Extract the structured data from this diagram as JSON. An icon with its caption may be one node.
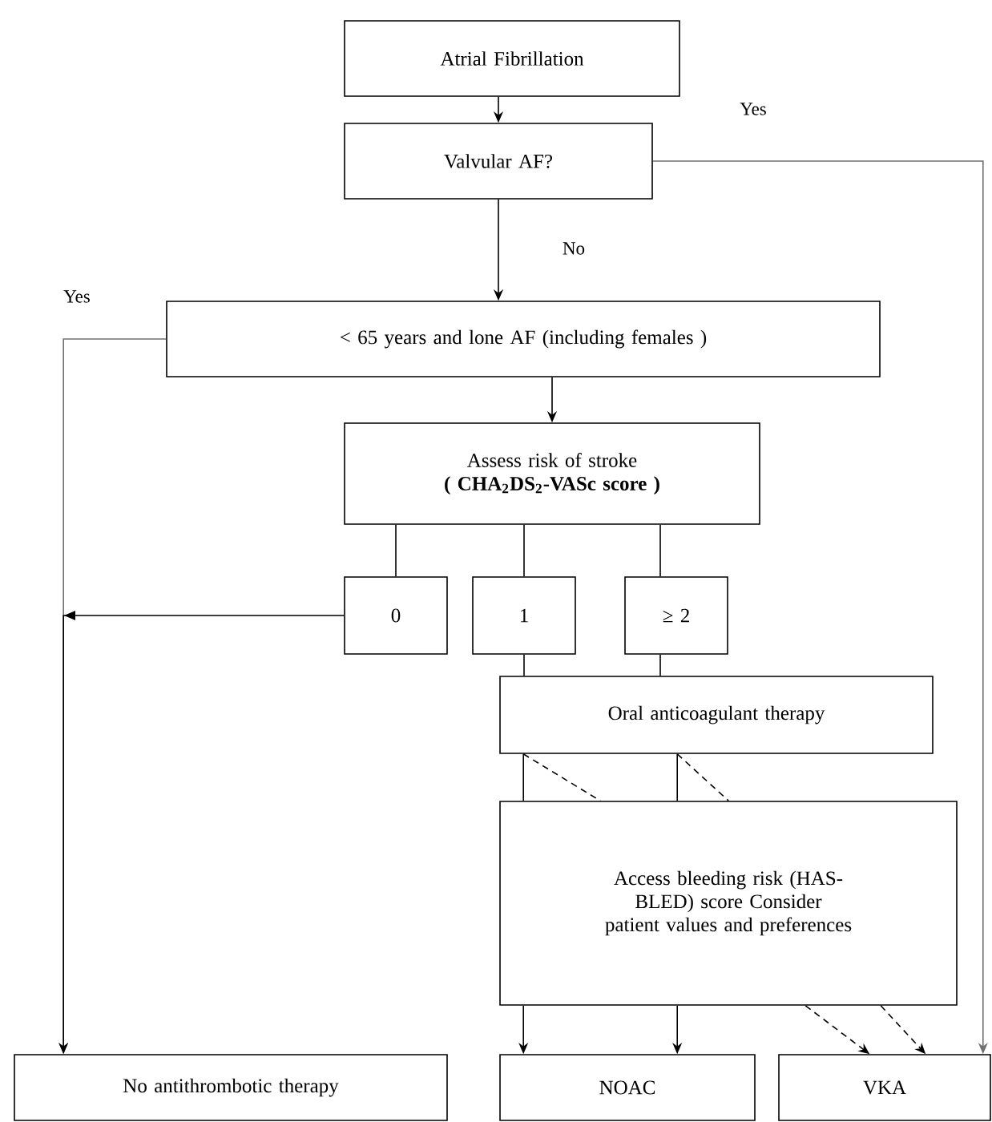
{
  "diagram": {
    "nodes": [
      {
        "text": [
          "Atrial Fibrillation"
        ]
      },
      {
        "text": [
          "Valvular AF?"
        ]
      },
      {
        "text": [
          "< 65 years and lone AF (including females )"
        ]
      },
      {
        "text": [
          "Assess risk of stroke",
          "( CHA$_{2}$DS$_{2}$-VASc score )"
        ]
      },
      {
        "text": [
          "0"
        ]
      },
      {
        "text": [
          "1"
        ]
      },
      {
        "text": [
          "≥ 2"
        ]
      },
      {
        "text": [
          "Oral anticoagulant therapy"
        ]
      },
      {
        "text": [
          "Access bleeding risk (HAS-BLED) score Consider patient values and preferences"
        ]
      },
      {
        "text": [
          "No antithrombotic therapy"
        ]
      },
      {
        "text": [
          "NOAC"
        ]
      },
      {
        "text": [
          "VKA"
        ]
      }
    ],
    "edges": [
      {
        "from": 0,
        "to": 1,
        "arrow": "to"
      },
      {
        "from": 1,
        "to": 2,
        "arrow": "to",
        "label": "No"
      },
      {
        "from": 1,
        "to": 11,
        "arrow": "to",
        "label": "Yes",
        "color": "#707070"
      },
      {
        "from": 2,
        "to": 9,
        "arrow": "to",
        "label": "Yes",
        "color": "#707070"
      },
      {
        "from": 3,
        "to": 4,
        "arrow": "none"
      },
      {
        "from": 3,
        "to": 5,
        "arrow": "none"
      },
      {
        "from": 3,
        "to": 6,
        "arrow": "none"
      },
      {
        "from": 4,
        "to": 9,
        "arrow": "to"
      },
      {
        "from": 5,
        "to": 7,
        "arrow": "none"
      },
      {
        "from": 6,
        "to": 7,
        "arrow": "none"
      },
      {
        "from": 7,
        "to": 8,
        "arrow": "none"
      },
      {
        "from": 7,
        "to": 8,
        "arrow": "none"
      },
      {
        "from": 7,
        "to": 8,
        "arrow": "none",
        "style": "dashed"
      },
      {
        "from": 7,
        "to": 8,
        "arrow": "none",
        "style": "dashed"
      },
      {
        "from": 8,
        "to": 10,
        "arrow": "to"
      },
      {
        "from": 8,
        "to": 10,
        "arrow": "to"
      },
      {
        "from": 8,
        "to": 11,
        "arrow": "to",
        "style": "dashed"
      },
      {
        "from": 8,
        "to": 11,
        "arrow": "to",
        "style": "dashed"
      },
      {
        "from": 2,
        "to": 3,
        "arrow": "to"
      }
    ]
  }
}
